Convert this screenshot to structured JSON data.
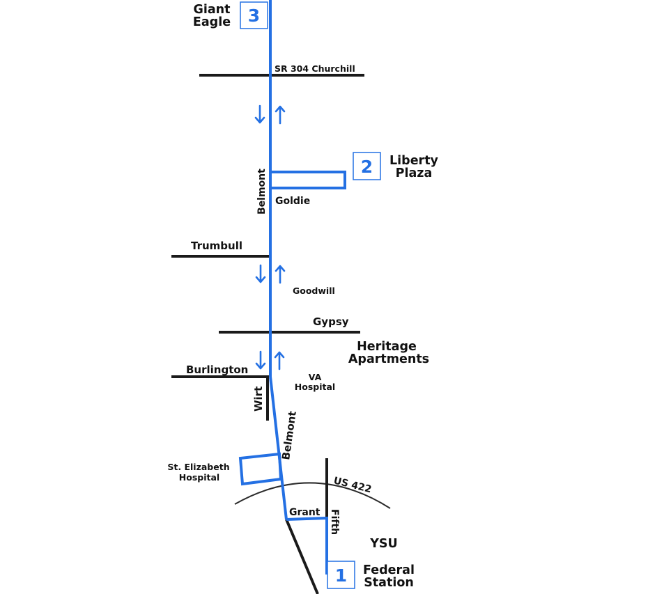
{
  "colors": {
    "route": "#2470e3",
    "street": "#1a1a1a",
    "text": "#111111"
  },
  "stops": [
    {
      "number": "1",
      "name_lines": [
        "Federal",
        "Station"
      ]
    },
    {
      "number": "2",
      "name_lines": [
        "Liberty",
        "Plaza"
      ]
    },
    {
      "number": "3",
      "name_lines": [
        "Giant",
        "Eagle"
      ]
    }
  ],
  "streets": {
    "sr304": "SR 304 Churchill",
    "belmont_north": "Belmont",
    "goldie": "Goldie",
    "trumbull": "Trumbull",
    "gypsy": "Gypsy",
    "burlington": "Burlington",
    "wirt": "Wirt",
    "belmont_south": "Belmont",
    "us422": "US 422",
    "grant": "Grant",
    "fifth": "Fifth"
  },
  "landmarks": {
    "goodwill": "Goodwill",
    "heritage_lines": [
      "Heritage",
      "Apartments"
    ],
    "va_lines": [
      "VA",
      "Hospital"
    ],
    "st_elizabeth_lines": [
      "St. Elizabeth",
      "Hospital"
    ],
    "ysu": "YSU"
  },
  "direction_marker_sets": 3
}
